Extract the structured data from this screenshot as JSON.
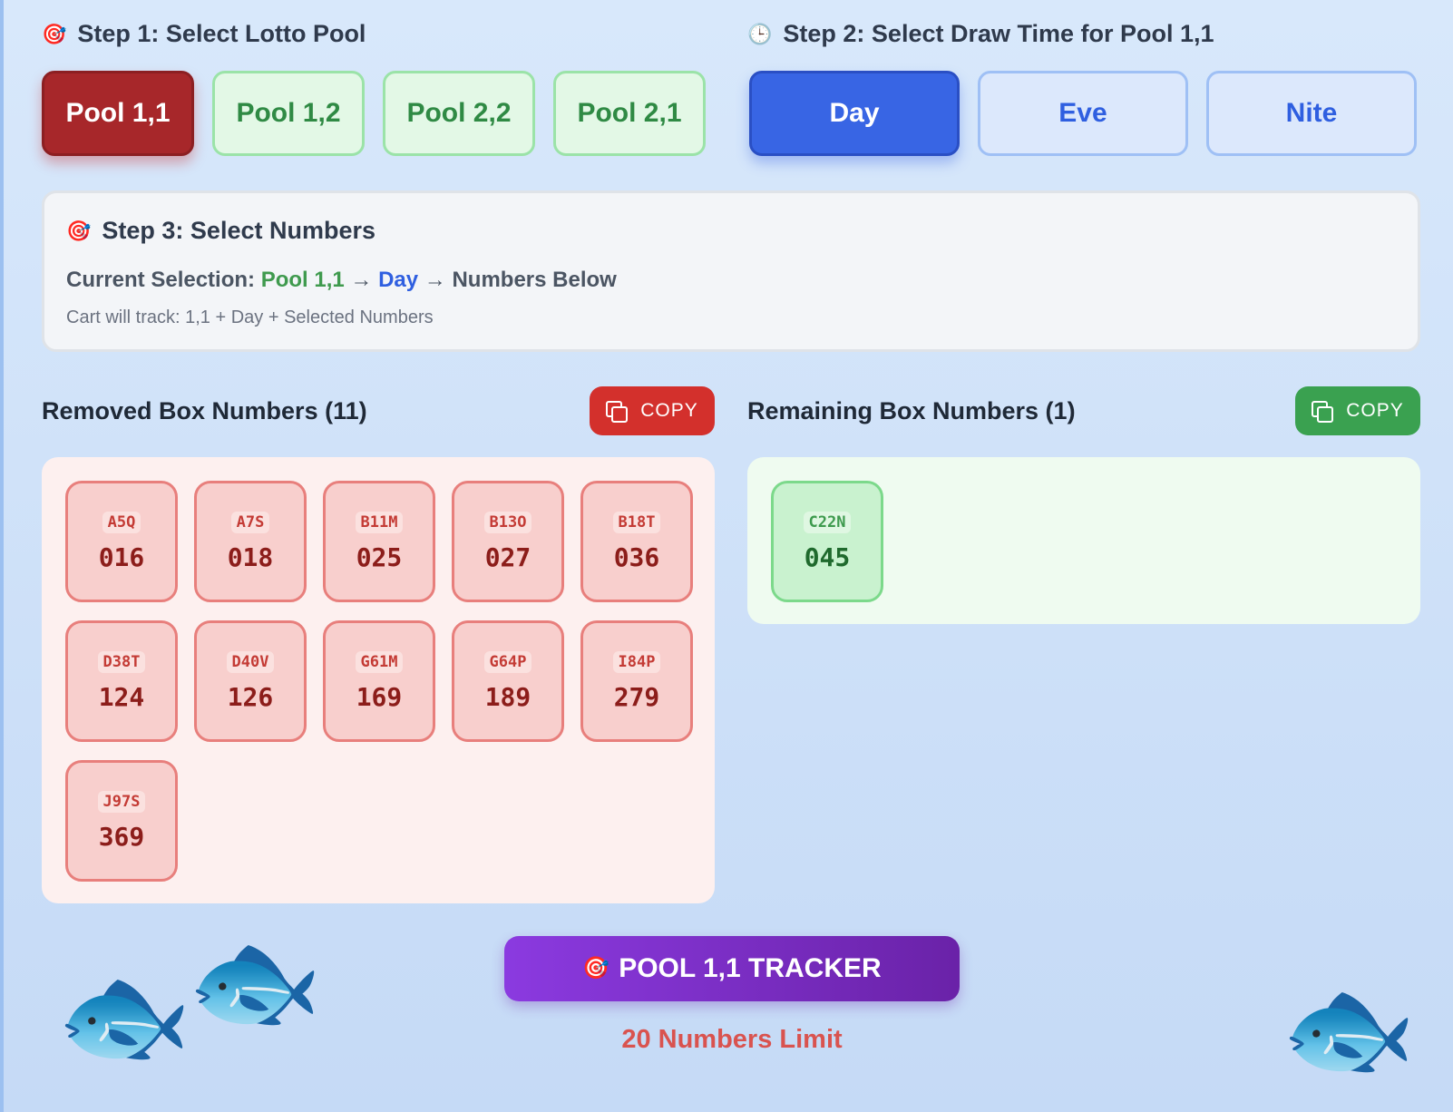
{
  "step1": {
    "icon": "target-icon",
    "emoji": "🎯",
    "title": "Step 1: Select Lotto Pool"
  },
  "pools": [
    {
      "label": "Pool 1,1",
      "active": true
    },
    {
      "label": "Pool 1,2",
      "active": false
    },
    {
      "label": "Pool 2,2",
      "active": false
    },
    {
      "label": "Pool 2,1",
      "active": false
    }
  ],
  "step2": {
    "icon": "clock-icon",
    "emoji": "🕒",
    "title": "Step 2: Select Draw Time for Pool 1,1"
  },
  "times": [
    {
      "label": "Day",
      "active": true
    },
    {
      "label": "Eve",
      "active": false
    },
    {
      "label": "Nite",
      "active": false
    }
  ],
  "step3": {
    "emoji": "🎯",
    "title": "Step 3: Select Numbers",
    "selection_prefix": "Current Selection:",
    "selection_pool": "Pool 1,1",
    "arrow1": "→",
    "selection_time": "Day",
    "arrow2": "→",
    "selection_suffix": "Numbers Below",
    "track_text": "Cart will track: 1,1 + Day + Selected Numbers"
  },
  "removed": {
    "title": "Removed Box Numbers (11)",
    "copy_label": "COPY",
    "items": [
      {
        "code": "A5Q",
        "num": "016"
      },
      {
        "code": "A7S",
        "num": "018"
      },
      {
        "code": "B11M",
        "num": "025"
      },
      {
        "code": "B13O",
        "num": "027"
      },
      {
        "code": "B18T",
        "num": "036"
      },
      {
        "code": "D38T",
        "num": "124"
      },
      {
        "code": "D40V",
        "num": "126"
      },
      {
        "code": "G61M",
        "num": "169"
      },
      {
        "code": "G64P",
        "num": "189"
      },
      {
        "code": "I84P",
        "num": "279"
      },
      {
        "code": "J97S",
        "num": "369"
      }
    ]
  },
  "remaining": {
    "title": "Remaining Box Numbers (1)",
    "copy_label": "COPY",
    "items": [
      {
        "code": "C22N",
        "num": "045"
      }
    ]
  },
  "tracker": {
    "emoji": "🎯",
    "label": "POOL 1,1 TRACKER"
  },
  "limit_text": "20 Numbers Limit",
  "decor": {
    "fish": "🐟"
  },
  "colors": {
    "pool_active": "#a7272a",
    "time_active": "#3865e4",
    "removed_accent": "#d3302c",
    "remaining_accent": "#3aa150",
    "tracker": "#7b2fd0"
  }
}
